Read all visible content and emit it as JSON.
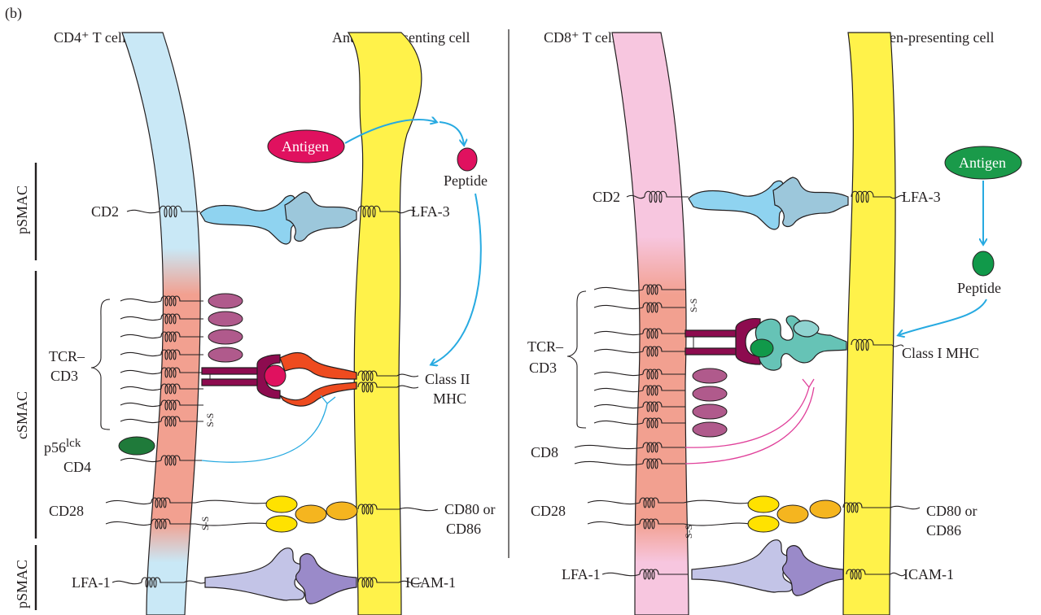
{
  "panel_label": "(b)",
  "left_panel": {
    "t_cell_label": "CD4⁺ T cell",
    "apc_label": "Antigen-presenting cell",
    "antigen": "Antigen",
    "peptide": "Peptide",
    "cd2": "CD2",
    "lfa3": "LFA-3",
    "tcr": "TCR–",
    "cd3": "CD3",
    "mhc_line1": "Class II",
    "mhc_line2": "MHC",
    "p56_base": "p56",
    "p56_sup": "lck",
    "cd4": "CD4",
    "cd28": "CD28",
    "cd80_line1": "CD80 or",
    "cd80_line2": "CD86",
    "lfa1": "LFA-1",
    "icam1": "ICAM-1",
    "ss": "S-S"
  },
  "right_panel": {
    "t_cell_label": "CD8⁺ T cell",
    "apc_label": "Antigen-presenting cell",
    "antigen": "Antigen",
    "peptide": "Peptide",
    "cd2": "CD2",
    "lfa3": "LFA-3",
    "tcr": "TCR–",
    "cd3": "CD3",
    "mhc": "Class I MHC",
    "cd8": "CD8",
    "cd28": "CD28",
    "cd80_line1": "CD80 or",
    "cd80_line2": "CD86",
    "lfa1": "LFA-1",
    "icam1": "ICAM-1",
    "ss": "S-S"
  },
  "smac_labels": {
    "top": "pSMAC",
    "middle": "cSMAC",
    "bottom": "pSMAC"
  },
  "colors": {
    "cd4_membrane": "#c9e8f6",
    "cd8_membrane": "#f7c6df",
    "tcr_zone": "#f2a090",
    "apc_membrane": "#fff24a",
    "antigen_left": "#e0115f",
    "antigen_right": "#1a9a4a",
    "peptide_right": "#11994a",
    "cd3_ovals": "#b05a8c",
    "tcr_dark": "#8d0b4f",
    "mhc2": "#ee4b1f",
    "mhc1": "#66c3b6",
    "cd2": "#8fd3f0",
    "lfa3": "#9cc7db",
    "cd28": "#ffe200",
    "cd80": "#f5b51f",
    "lfa1": "#c3c4e7",
    "icam1": "#9a8ac9",
    "p56lck": "#1f7a3a",
    "arrow": "#27aae1",
    "cd8_coreceptor": "#e0409a"
  }
}
